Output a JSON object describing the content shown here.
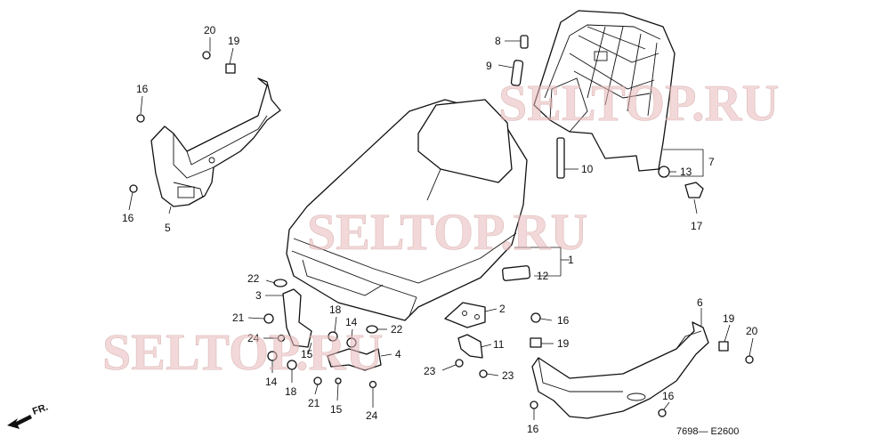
{
  "diagram": {
    "watermark": "SELTOP.RU",
    "drawing_code": "7698— E2600",
    "direction_label": "FR.",
    "part_numbers": {
      "p1": "1",
      "p2": "2",
      "p3": "3",
      "p4": "4",
      "p5": "5",
      "p6": "6",
      "p7": "7",
      "p8": "8",
      "p9": "9",
      "p10": "10",
      "p11": "11",
      "p12": "12",
      "p13": "13",
      "p14": "14",
      "p15": "15",
      "p16": "16",
      "p17": "17",
      "p18": "18",
      "p19": "19",
      "p20": "20",
      "p21": "21",
      "p22": "22",
      "p23": "23",
      "p24": "24"
    }
  }
}
